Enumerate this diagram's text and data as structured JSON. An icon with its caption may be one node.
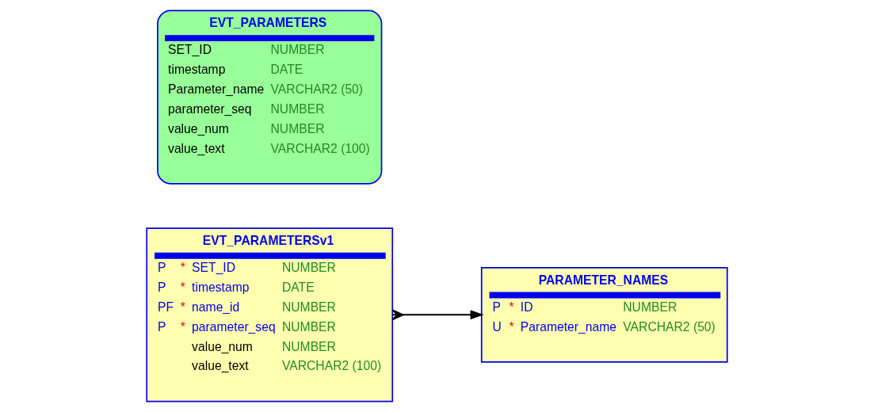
{
  "diagram": {
    "nodes": [
      {
        "text": [
          "EVT_PARAMETERS",
          "SET_ID",
          "NUMBER",
          "timestamp",
          "DATE",
          "Parameter_name",
          "VARCHAR2 (50)",
          "parameter_seq",
          "NUMBER",
          "value_num",
          "NUMBER",
          "value_text",
          "VARCHAR2 (100)"
        ]
      },
      {
        "text": [
          "EVT_PARAMETERSv1",
          "P",
          "*",
          "SET_ID",
          "NUMBER",
          "P",
          "*",
          "timestamp",
          "DATE",
          "PF",
          "*",
          "name_id",
          "NUMBER",
          "P",
          "*",
          "parameter_seq",
          "NUMBER",
          "value_num",
          "NUMBER",
          "value_text",
          "VARCHAR2 (100)"
        ]
      },
      {
        "text": [
          "PARAMETER_NAMES",
          "P",
          "*",
          "ID",
          "NUMBER",
          "U",
          "*",
          "Parameter_name",
          "VARCHAR2 (50)"
        ]
      }
    ],
    "edges": [
      {
        "from": 1,
        "to": 2,
        "arrow": "to"
      }
    ]
  }
}
